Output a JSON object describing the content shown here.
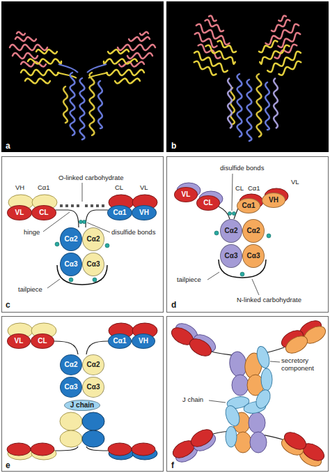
{
  "diagram": {
    "nodes": [
      {
        "text": [
          "VL"
        ]
      },
      {
        "text": [
          "CL"
        ]
      },
      {
        "text": [
          "Cα1"
        ]
      },
      {
        "text": [
          "VH"
        ]
      },
      {
        "text": [
          "Cα2"
        ]
      },
      {
        "text": [
          "Cα2"
        ]
      },
      {
        "text": [
          "Cα3"
        ]
      },
      {
        "text": [
          "Cα3"
        ]
      },
      {
        "text": [
          "VL"
        ]
      },
      {
        "text": [
          "CL"
        ]
      },
      {
        "text": [
          "Cα1"
        ]
      },
      {
        "text": [
          "VH"
        ]
      },
      {
        "text": [
          "Cα2"
        ]
      },
      {
        "text": [
          "Cα2"
        ]
      },
      {
        "text": [
          "Cα3"
        ]
      },
      {
        "text": [
          "Cα3"
        ]
      },
      {
        "text": [
          "VL"
        ]
      },
      {
        "text": [
          "CL"
        ]
      },
      {
        "text": [
          "Cα1"
        ]
      },
      {
        "text": [
          "VH"
        ]
      },
      {
        "text": [
          "Cα2"
        ]
      },
      {
        "text": [
          "Cα2"
        ]
      },
      {
        "text": [
          "Cα3"
        ]
      },
      {
        "text": [
          "Cα3"
        ]
      },
      {
        "text": [
          "J chain"
        ]
      }
    ],
    "labels": [
      "a",
      "b",
      "VH",
      "Cα1",
      "O-linked carbohydrate",
      "CL",
      "VL",
      "hinge",
      "disulfide bonds",
      "tailpiece",
      "c",
      "disulfide bonds",
      "VL",
      "CL",
      "Cα1",
      "tailpiece",
      "N-linked carbohydrate",
      "d",
      "e",
      "secretory component",
      "J chain",
      "f"
    ]
  }
}
